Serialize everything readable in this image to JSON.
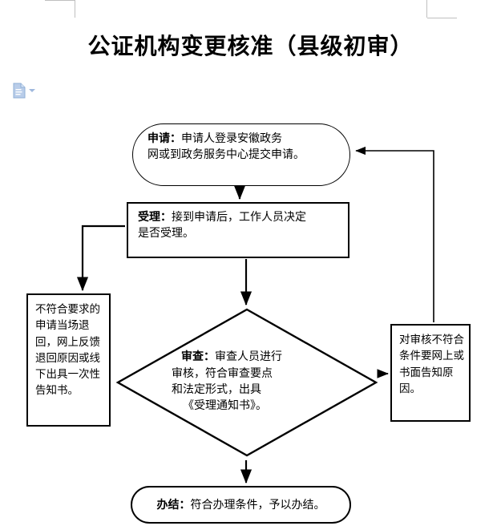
{
  "document": {
    "title": "公证机构变更核准（县级初审）",
    "paste_icon": "paste-options-document-icon",
    "caret_icon": "chevron-down-icon"
  },
  "flowchart": {
    "type": "process-flow-diagram",
    "nodes": [
      {
        "id": "apply",
        "shape": "stadium",
        "label_bold": "申请：",
        "text": "申请人登录安徽政务",
        "text2": "网或到政务服务中心提交申请。"
      },
      {
        "id": "accept",
        "shape": "rectangle",
        "label_bold": "受理：",
        "text": "接到申请后，工作人员决定",
        "text2": "是否受理。"
      },
      {
        "id": "reject",
        "shape": "rectangle",
        "text": "不符合要求的申请当场退回，网上反馈退回原因或线下出具一次性告知书。"
      },
      {
        "id": "review",
        "shape": "diamond",
        "label_bold": "审查：",
        "line1": "审查人员进行",
        "line2": "审核，符合审查要点",
        "line3": "和法定形式，出具",
        "line4": "《受理通知书》。"
      },
      {
        "id": "notify",
        "shape": "rectangle",
        "text": "对审核不符合条件要网上或书面告知原因。"
      },
      {
        "id": "done",
        "shape": "stadium",
        "label_bold": "办结：",
        "text": "符合办理条件，予以办结。"
      }
    ],
    "edges": [
      {
        "from": "apply",
        "to": "accept",
        "direction": "down"
      },
      {
        "from": "accept",
        "to": "reject",
        "direction": "left-down"
      },
      {
        "from": "accept",
        "to": "review",
        "direction": "down"
      },
      {
        "from": "review",
        "to": "notify",
        "direction": "right"
      },
      {
        "from": "review",
        "to": "done",
        "direction": "down"
      },
      {
        "from": "notify",
        "to": "apply",
        "direction": "up-left"
      }
    ],
    "colors": {
      "stroke": "#000000",
      "fill": "#ffffff",
      "text": "#000000",
      "margin_mark": "#bfbfbf",
      "paste_icon": "#a8c0e0"
    }
  }
}
